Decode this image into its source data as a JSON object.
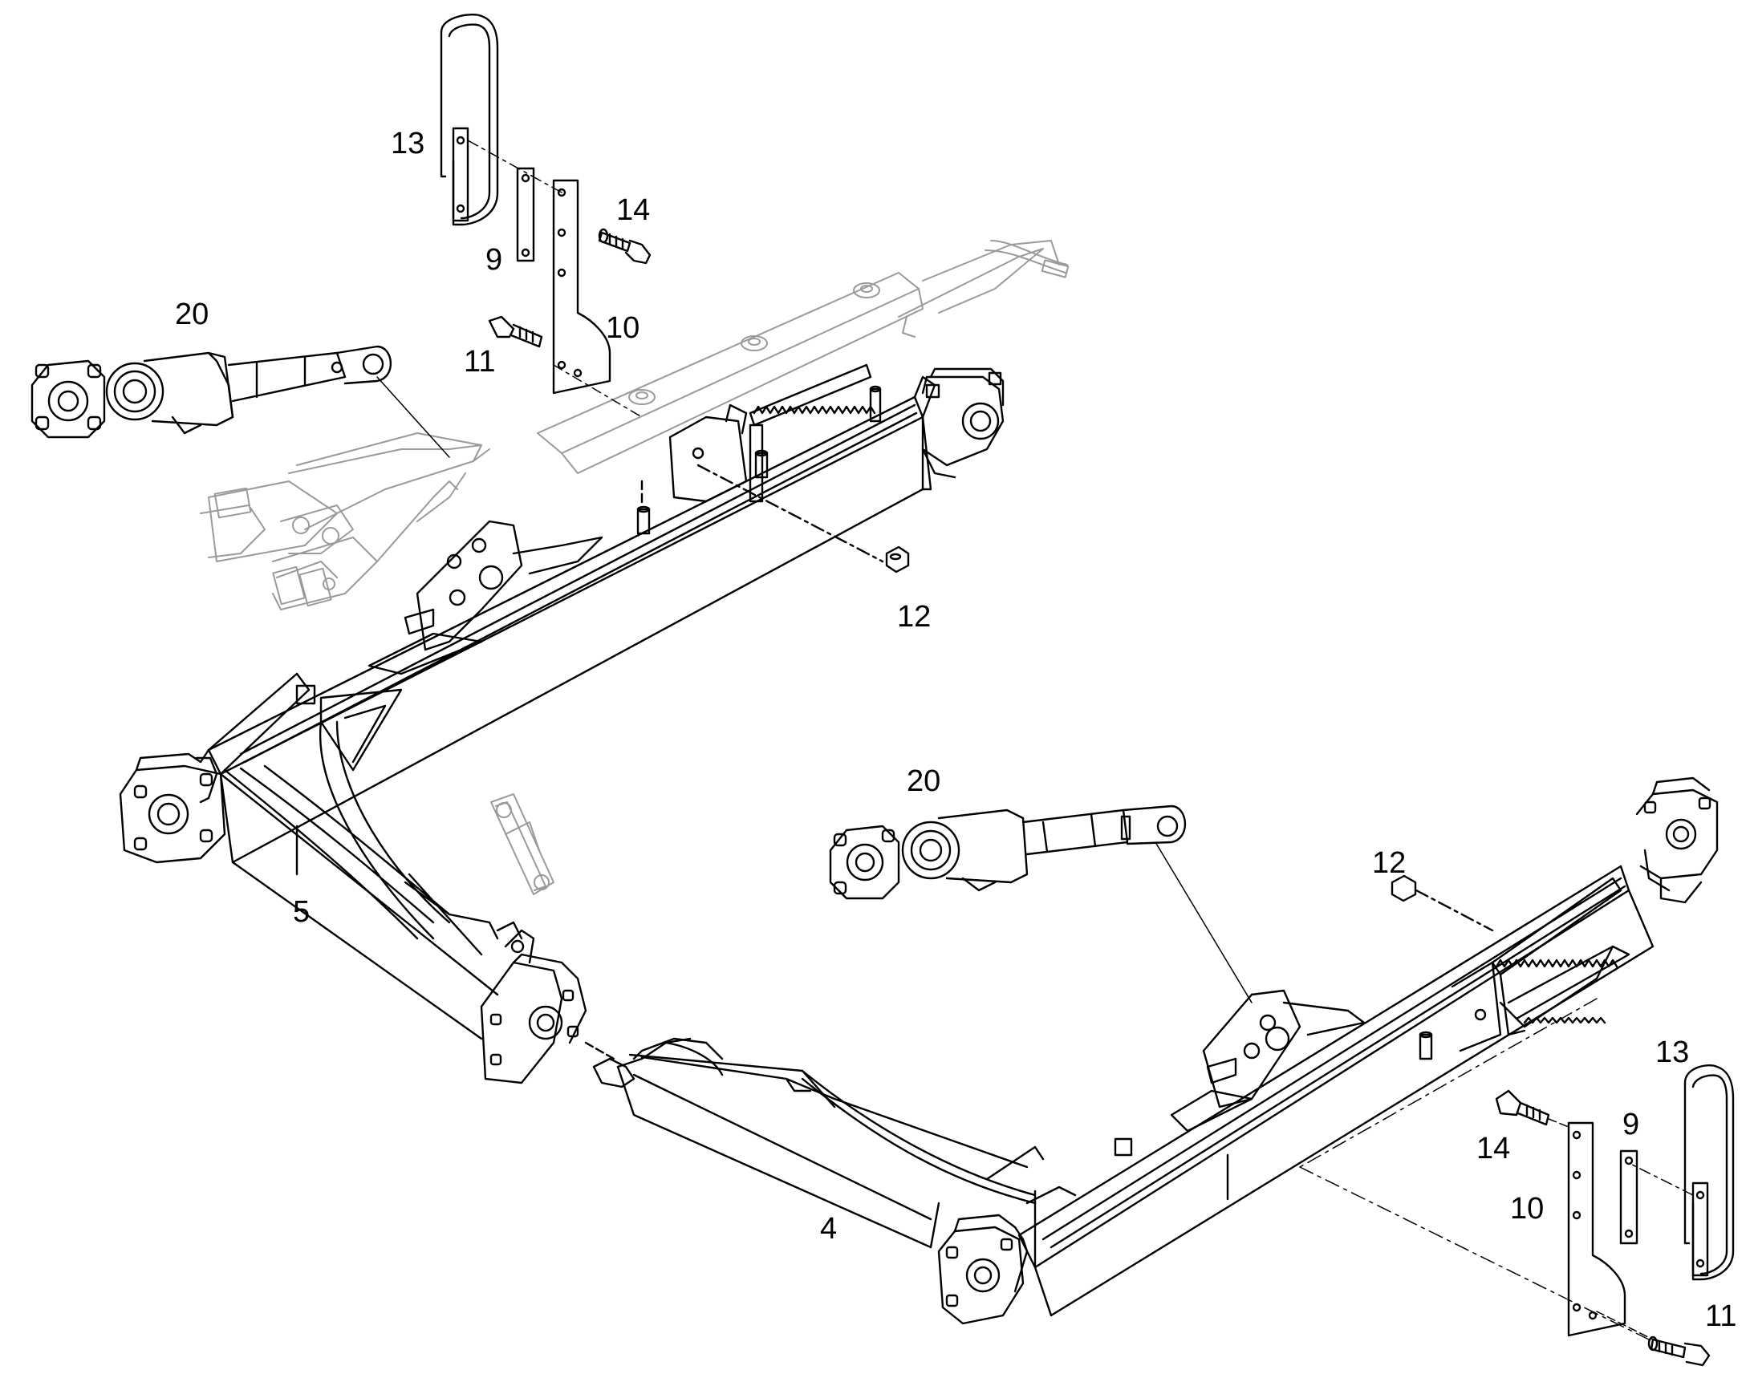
{
  "diagram": {
    "callouts": [
      {
        "id": "c13a",
        "label": "13"
      },
      {
        "id": "c9a",
        "label": "9"
      },
      {
        "id": "c14a",
        "label": "14"
      },
      {
        "id": "c10a",
        "label": "10"
      },
      {
        "id": "c11a",
        "label": "11"
      },
      {
        "id": "c20a",
        "label": "20"
      },
      {
        "id": "c12a",
        "label": "12"
      },
      {
        "id": "c5",
        "label": "5"
      },
      {
        "id": "c20b",
        "label": "20"
      },
      {
        "id": "c12b",
        "label": "12"
      },
      {
        "id": "c4",
        "label": "4"
      },
      {
        "id": "c13b",
        "label": "13"
      },
      {
        "id": "c9b",
        "label": "9"
      },
      {
        "id": "c14b",
        "label": "14"
      },
      {
        "id": "c10b",
        "label": "10"
      },
      {
        "id": "c11b",
        "label": "11"
      }
    ]
  }
}
